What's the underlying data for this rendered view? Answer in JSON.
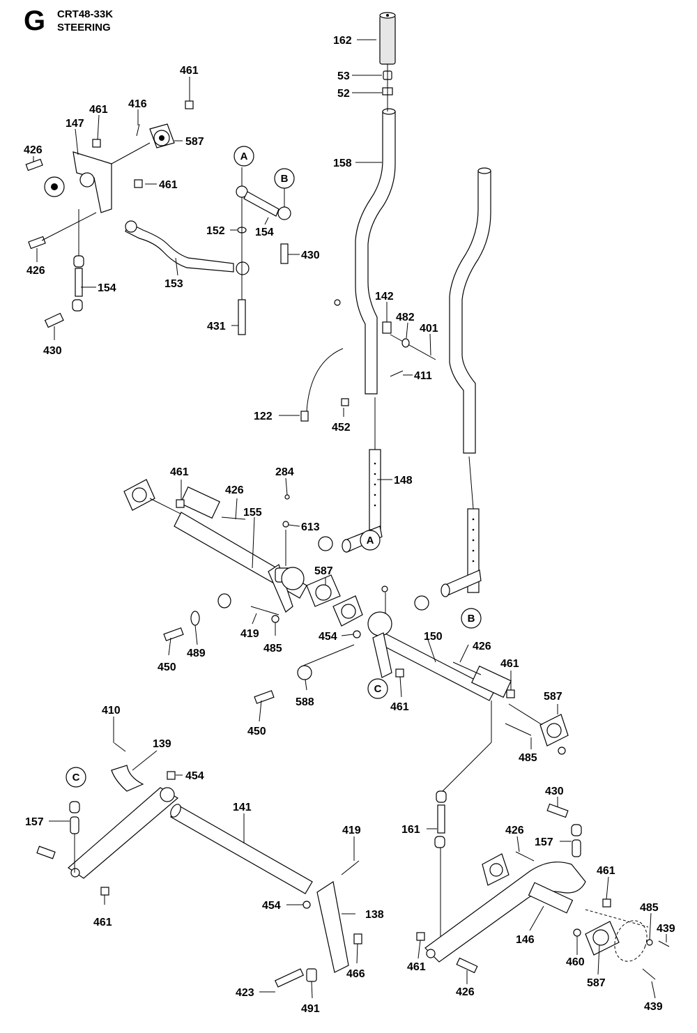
{
  "header": {
    "section_letter": "G",
    "model_code": "CRT48-33K",
    "section_title": "STEERING"
  },
  "refs": [
    "A",
    "B",
    "A",
    "B",
    "C",
    "C"
  ],
  "labels": [
    "162",
    "53",
    "52",
    "158",
    "461",
    "461",
    "416",
    "147",
    "587",
    "426",
    "461",
    "426",
    "154",
    "430",
    "152",
    "154",
    "430",
    "153",
    "431",
    "142",
    "482",
    "401",
    "411",
    "122",
    "452",
    "148",
    "461",
    "284",
    "426",
    "155",
    "613",
    "587",
    "419",
    "485",
    "454",
    "450",
    "489",
    "150",
    "426",
    "461",
    "587",
    "588",
    "461",
    "450",
    "485",
    "410",
    "139",
    "454",
    "157",
    "141",
    "419",
    "461",
    "454",
    "138",
    "466",
    "423",
    "491",
    "430",
    "426",
    "157",
    "161",
    "461",
    "485",
    "439",
    "460",
    "587",
    "146",
    "461",
    "426",
    "439"
  ],
  "colors": {
    "line": "#000000",
    "part_fill": "#ffffff",
    "shade_fill": "#e6e6e6",
    "background": "#ffffff"
  }
}
